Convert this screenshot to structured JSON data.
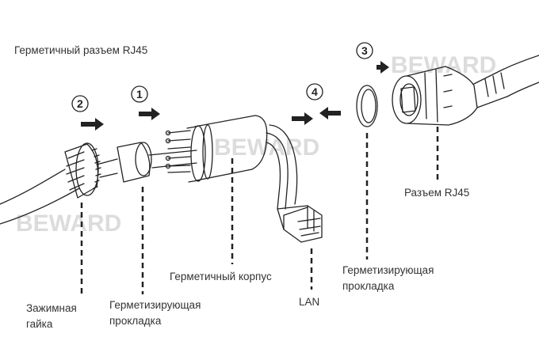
{
  "title": "Герметичный разъем RJ45",
  "labels": {
    "nut_line1": "Зажимная",
    "nut_line2": "гайка",
    "seal1_line1": "Герметизирующая",
    "seal1_line2": "прокладка",
    "housing": "Герметичный корпус",
    "lan": "LAN",
    "seal2_line1": "Герметизирующая",
    "seal2_line2": "прокладка",
    "rj45": "Разъем RJ45"
  },
  "steps": [
    "1",
    "2",
    "3",
    "4"
  ],
  "watermarks": [
    "BEWARD",
    "BEWARD",
    "BEWARD"
  ],
  "colors": {
    "line": "#222222",
    "text": "#333333",
    "watermark": "#d9d9d9"
  }
}
